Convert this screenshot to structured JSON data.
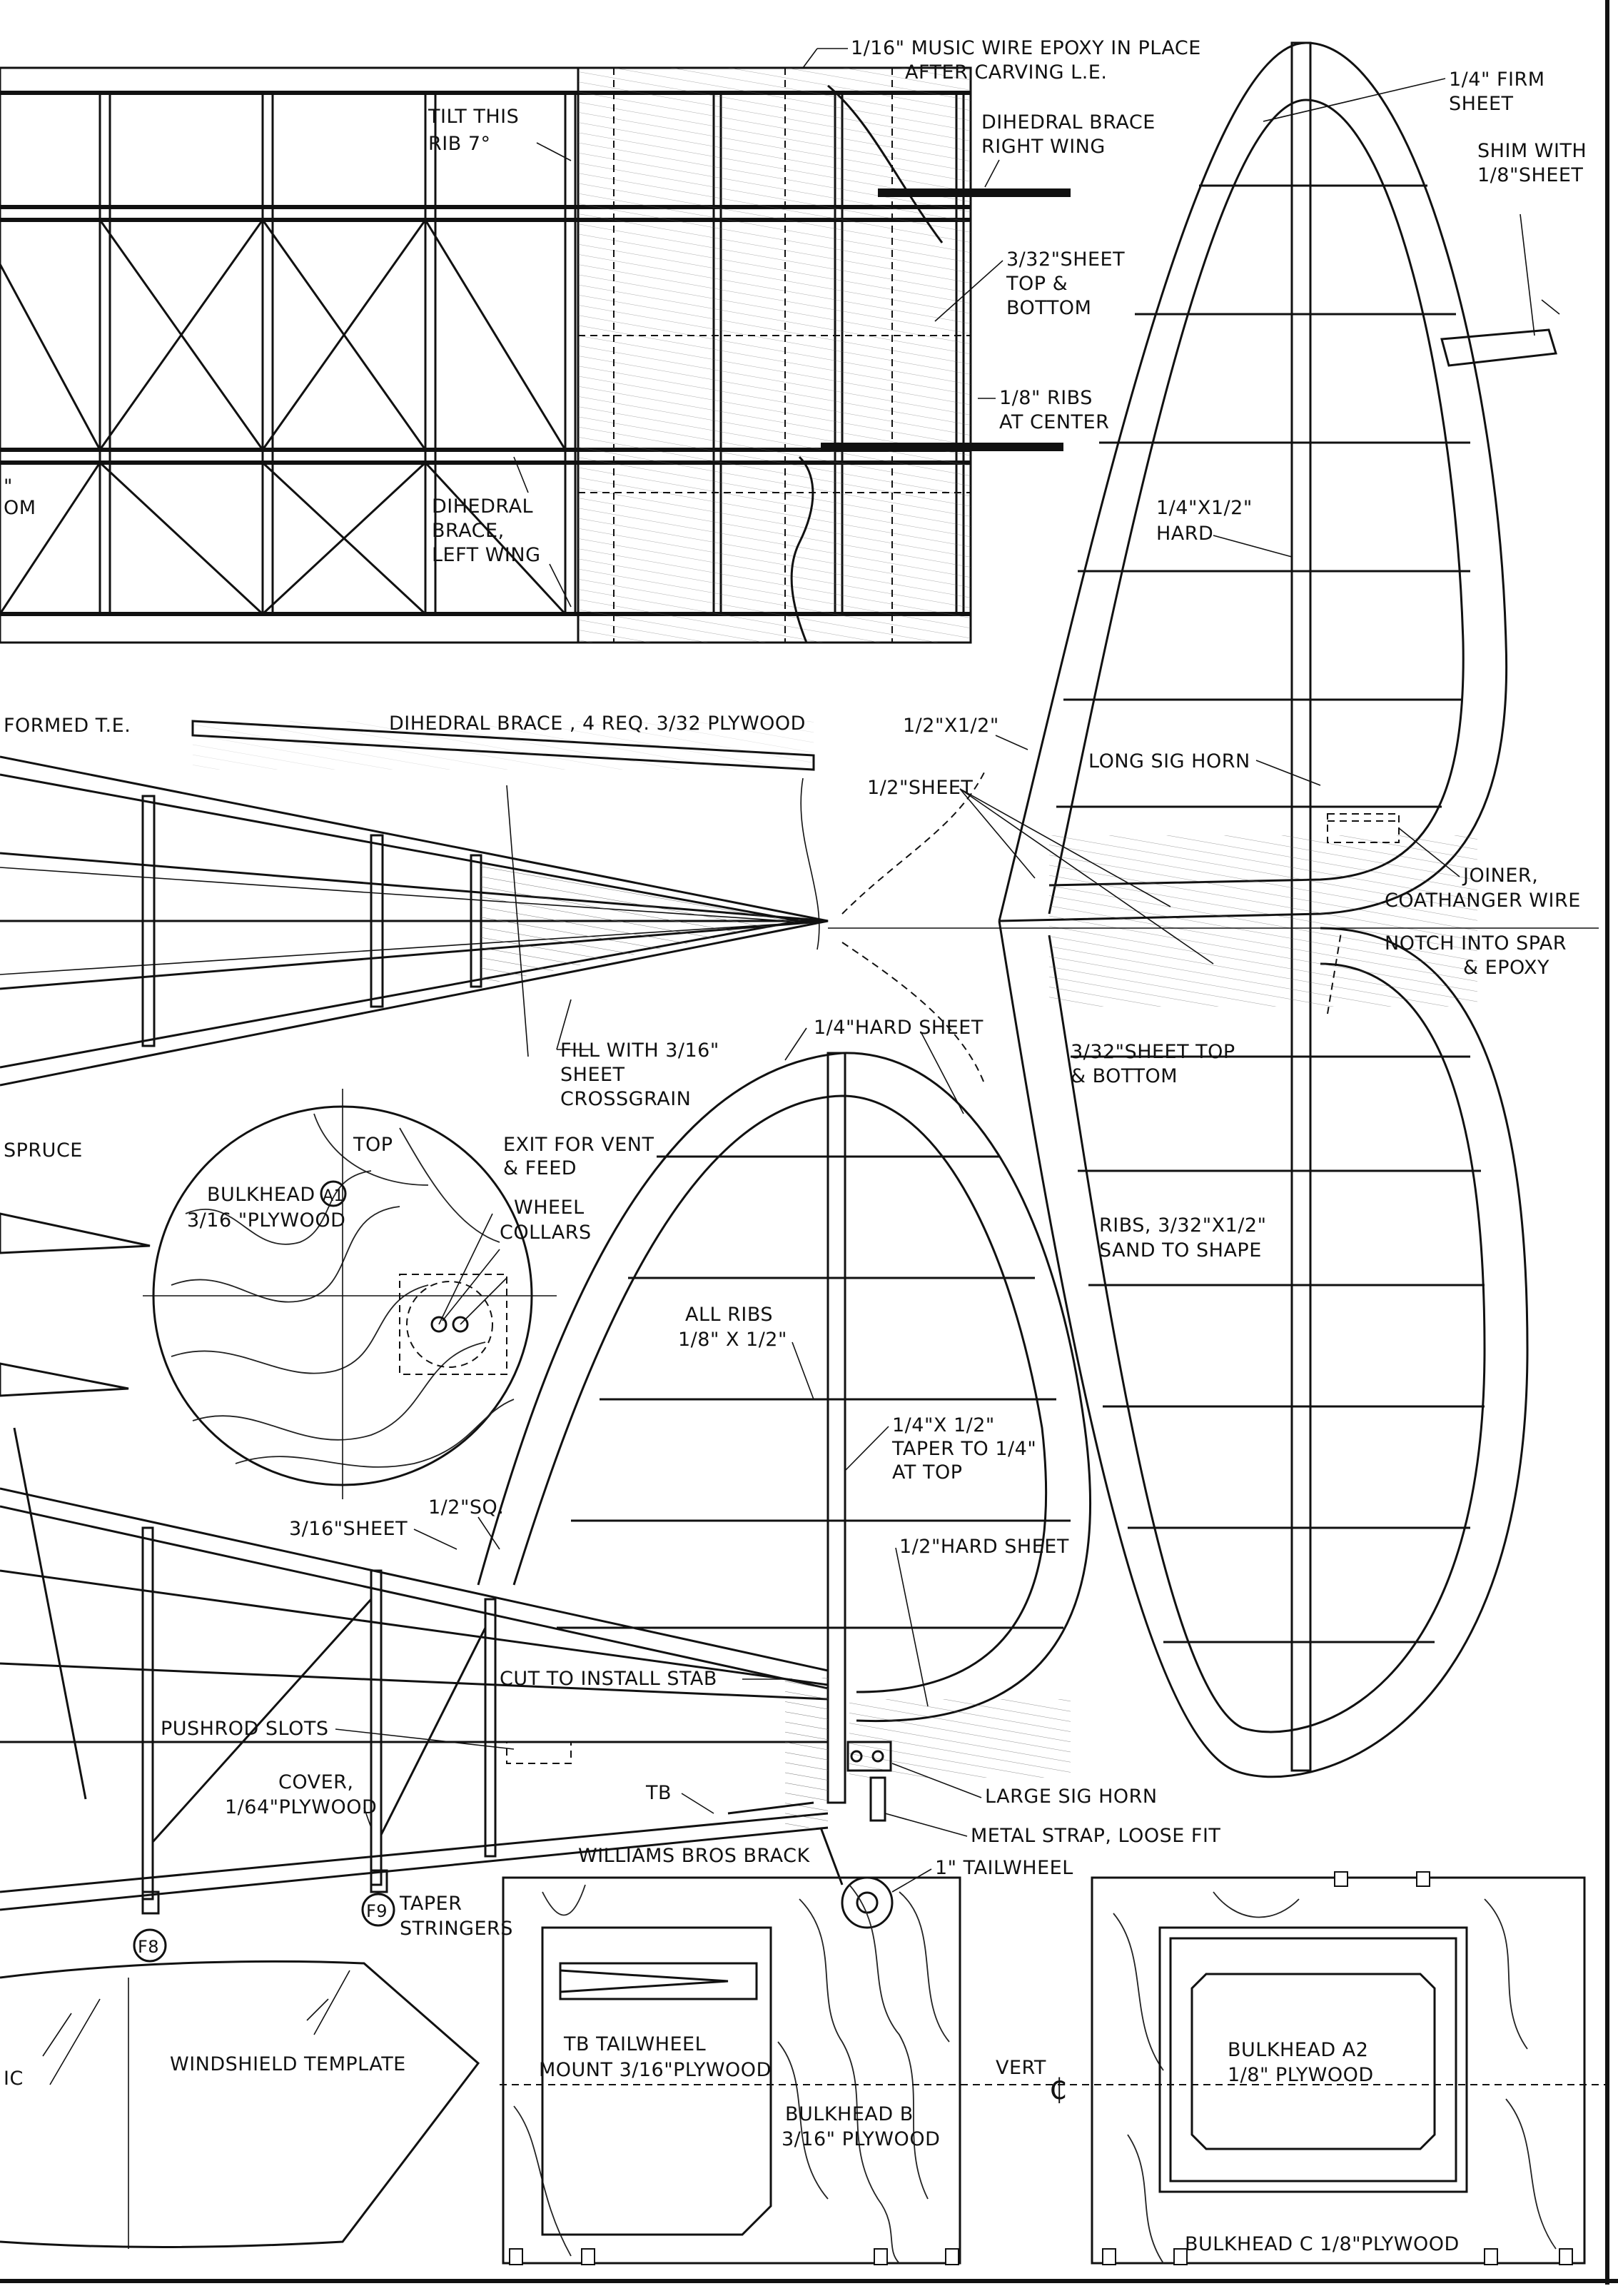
{
  "labels": {
    "music_wire": "1/16\" MUSIC WIRE EPOXY IN PLACE",
    "after_carving": "AFTER CARVING L.E.",
    "tilt_this": "TILT THIS",
    "rib_7": "RIB 7°",
    "dihedral_brace_right_1": "DIHEDRAL BRACE",
    "dihedral_brace_right_2": "RIGHT WING",
    "sheet_332_1": "3/32\"SHEET",
    "sheet_332_2": "TOP &",
    "sheet_332_3": "BOTTOM",
    "ribs_18_1": "1/8\" RIBS",
    "ribs_18_2": "AT CENTER",
    "dihedral_left_1": "DIHEDRAL",
    "dihedral_left_2": "BRACE,",
    "dihedral_left_3": "LEFT WING",
    "frag_quote": "\"",
    "frag_om": "OM",
    "formed_te": "FORMED T.E.",
    "dihedral_brace_4req": "DIHEDRAL BRACE , 4 REQ. 3/32 PLYWOOD",
    "firm_sheet_1": "1/4\" FIRM",
    "firm_sheet_2": "SHEET",
    "shim_1": "SHIM WITH",
    "shim_2": "1/8\"SHEET",
    "hard_14x12_1": "1/4\"X1/2\"",
    "hard_14x12_2": "HARD",
    "half_sq": "1/2\"X1/2\"",
    "half_sheet": "1/2\"SHEET",
    "long_sig_horn": "LONG SIG HORN",
    "joiner_1": "JOINER,",
    "joiner_2": "COATHANGER WIRE",
    "notch_1": "NOTCH INTO SPAR",
    "notch_2": "& EPOXY",
    "fill_1": "FILL WITH 3/16\"",
    "fill_2": "SHEET",
    "fill_3": "CROSSGRAIN",
    "hard_sheet_14": "1/4\"HARD SHEET",
    "sheet_332_top_1": "3/32\"SHEET TOP",
    "sheet_332_top_2": "& BOTTOM",
    "spruce": "SPRUCE",
    "top": "TOP",
    "bulkhead_a1_1": "BULKHEAD",
    "bulkhead_a1_tag": "A1",
    "bulkhead_a1_2": "3/16 \"PLYWOOD",
    "exit_1": "EXIT FOR VENT",
    "exit_2": "& FEED",
    "wheel_1": "WHEEL",
    "wheel_2": "COLLARS",
    "ribs_332_1": "RIBS, 3/32\"X1/2\"",
    "ribs_332_2": "SAND TO SHAPE",
    "all_ribs_1": "ALL RIBS",
    "all_ribs_2": "1/8\" X 1/2\"",
    "taper_1": "1/4\"X 1/2\"",
    "taper_2": "TAPER TO 1/4\"",
    "taper_3": "AT TOP",
    "sheet_316": "3/16\"SHEET",
    "half_sq2": "1/2\"SQ.",
    "half_hard_sheet": "1/2\"HARD SHEET",
    "cut_install": "CUT TO INSTALL STAB",
    "pushrod": "PUSHROD SLOTS",
    "cover_1": "COVER,",
    "cover_2": "1/64\"PLYWOOD",
    "tb": "TB",
    "large_sig_horn": "LARGE SIG HORN",
    "metal_strap": "METAL STRAP, LOOSE FIT",
    "tailwheel": "1\" TAILWHEEL",
    "williams": "WILLIAMS BROS BRACK",
    "f8": "F8",
    "f9": "F9",
    "taper_stringers_1": "TAPER",
    "taper_stringers_2": "STRINGERS",
    "windshield": "WINDSHIELD TEMPLATE",
    "frag_ic": "IC",
    "tb_mount_1": "TB TAILWHEEL",
    "tb_mount_2": "MOUNT 3/16\"PLYWOOD",
    "bulkhead_b_1": "BULKHEAD B",
    "bulkhead_b_2": "3/16\" PLYWOOD",
    "vert": "VERT",
    "centerline": "₵",
    "bulkhead_a2_1": "BULKHEAD A2",
    "bulkhead_a2_2": "1/8\" PLYWOOD",
    "bulkhead_c": "BULKHEAD C 1/8\"PLYWOOD"
  },
  "colors": {
    "ink": "#111111",
    "paper": "#ffffff"
  }
}
